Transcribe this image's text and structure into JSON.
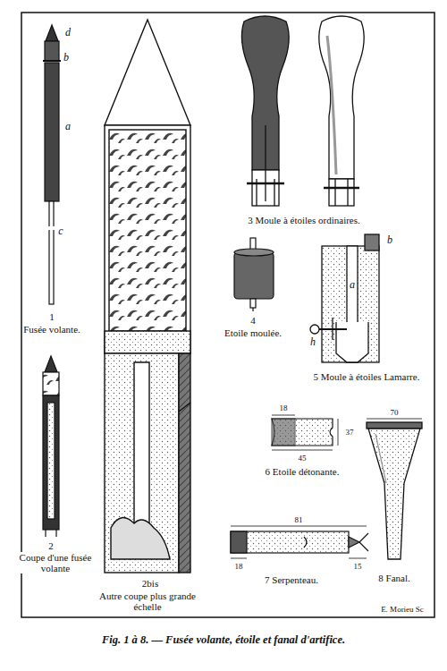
{
  "diagram": {
    "caption": "Fig. 1 à 8. — Fusée volante, étoile et fanal d'artifice.",
    "labels": [
      "d",
      "b",
      "a",
      "c",
      "1",
      "Fusée volante.",
      "2",
      "Coupe d'une fusée volante",
      "2bis",
      "Autre coupe plus grande échelle",
      "3 Moule à étoiles ordinaires.",
      "4",
      "Etoile moulée.",
      "b",
      "a",
      "h",
      "5 Moule à étoiles Lamarre.",
      "18",
      "37",
      "45",
      "6 Etoile détonante.",
      "81",
      "18",
      "15",
      "7 Serpenteau.",
      "70",
      "8 Fanal.",
      "E. Morieu Sc"
    ]
  }
}
